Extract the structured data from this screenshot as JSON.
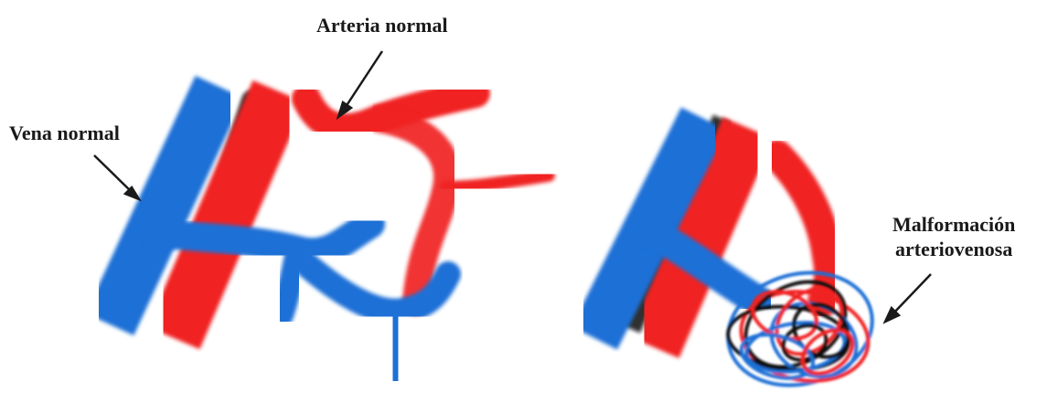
{
  "labels": {
    "normal_artery": "Arteria normal",
    "normal_vein": "Vena normal",
    "avm_line1": "Malformación",
    "avm_line2": "arteriovenosa"
  },
  "colors": {
    "artery": "#f02323",
    "vein": "#1f6fd6",
    "shadow": "#111111",
    "label": "#1a1a1a"
  }
}
